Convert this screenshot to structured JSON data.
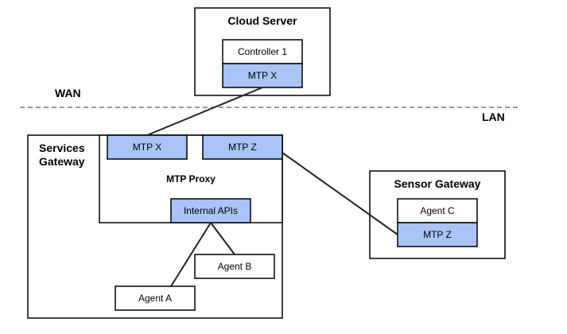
{
  "colors": {
    "mtp_fill": "#a9c4f5",
    "box_fill": "#ffffff",
    "stroke": "#000000",
    "divider": "#777777",
    "link": "#222222"
  },
  "zones": {
    "wan": "WAN",
    "lan": "LAN"
  },
  "cloud_server": {
    "title": "Cloud Server",
    "controller": "Controller 1",
    "mtp": "MTP X"
  },
  "services_gateway": {
    "title_line1": "Services",
    "title_line2": "Gateway",
    "proxy": {
      "title": "MTP Proxy",
      "mtp_left": "MTP X",
      "mtp_right": "MTP Z",
      "internal_apis": "Internal APIs"
    },
    "agent_a": "Agent A",
    "agent_b": "Agent B"
  },
  "sensor_gateway": {
    "title": "Sensor Gateway",
    "agent": "Agent C",
    "mtp": "MTP Z"
  }
}
